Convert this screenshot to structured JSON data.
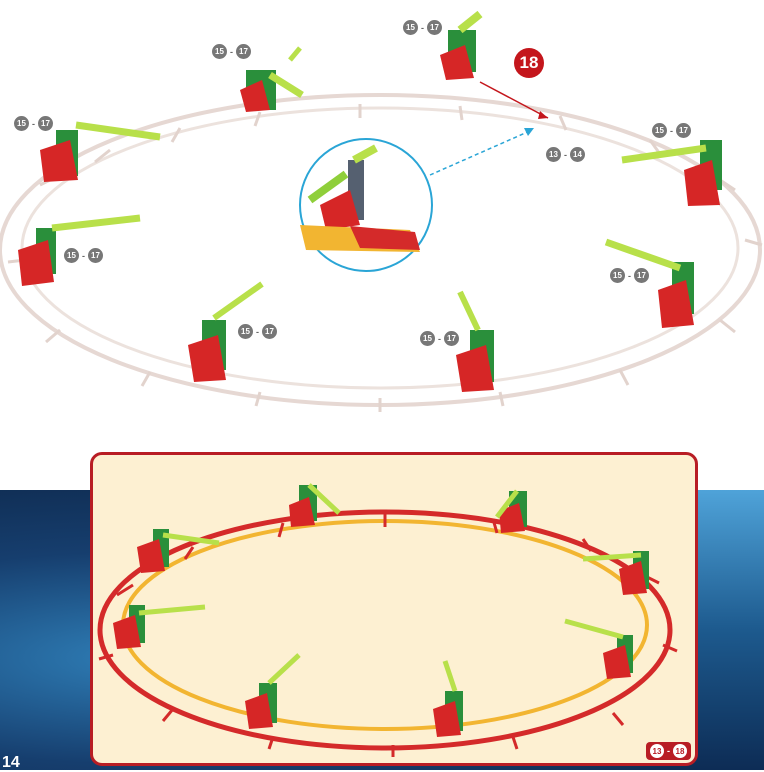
{
  "page": {
    "number": "14"
  },
  "step": {
    "number": "18"
  },
  "refs": {
    "r1": {
      "from": "15",
      "sep": "-",
      "to": "17"
    },
    "r2": {
      "from": "15",
      "sep": "-",
      "to": "17"
    },
    "r3": {
      "from": "15",
      "sep": "-",
      "to": "17"
    },
    "r4": {
      "from": "15",
      "sep": "-",
      "to": "17"
    },
    "r5": {
      "from": "15",
      "sep": "-",
      "to": "17"
    },
    "r6": {
      "from": "15",
      "sep": "-",
      "to": "17"
    },
    "r7": {
      "from": "15",
      "sep": "-",
      "to": "17"
    },
    "r8": {
      "from": "15",
      "sep": "-",
      "to": "17"
    },
    "r9": {
      "from": "13",
      "sep": "-",
      "to": "14"
    }
  },
  "summary": {
    "from": "13",
    "sep": "-",
    "to": "18"
  },
  "colors": {
    "track_light": "#e9dcd6",
    "track_red": "#d42a2a",
    "track_yellow": "#f2b531",
    "panel_border": "#b81d24",
    "panel_bg": "#fdf0d2",
    "callout": "#c4161c",
    "zoom_ring": "#2aa5d6"
  },
  "icons": {
    "arm": "swing-arm-icon",
    "zoom": "magnifier-circle-icon"
  }
}
